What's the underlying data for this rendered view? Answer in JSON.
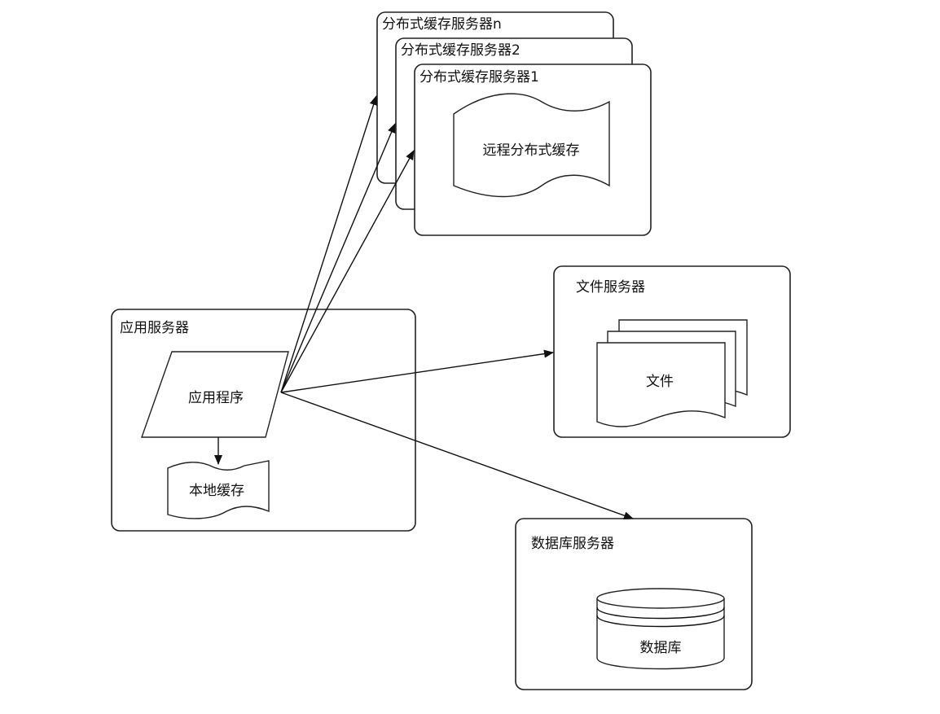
{
  "app_server": {
    "title": "应用服务器",
    "application": "应用程序",
    "local_cache": "本地缓存"
  },
  "cache_servers": [
    {
      "title": "分布式缓存服务器n"
    },
    {
      "title": "分布式缓存服务器2"
    },
    {
      "title": "分布式缓存服务器1"
    }
  ],
  "remote_cache": "远程分布式缓存",
  "file_server": {
    "title": "文件服务器",
    "file": "文件"
  },
  "db_server": {
    "title": "数据库服务器",
    "database": "数据库"
  }
}
